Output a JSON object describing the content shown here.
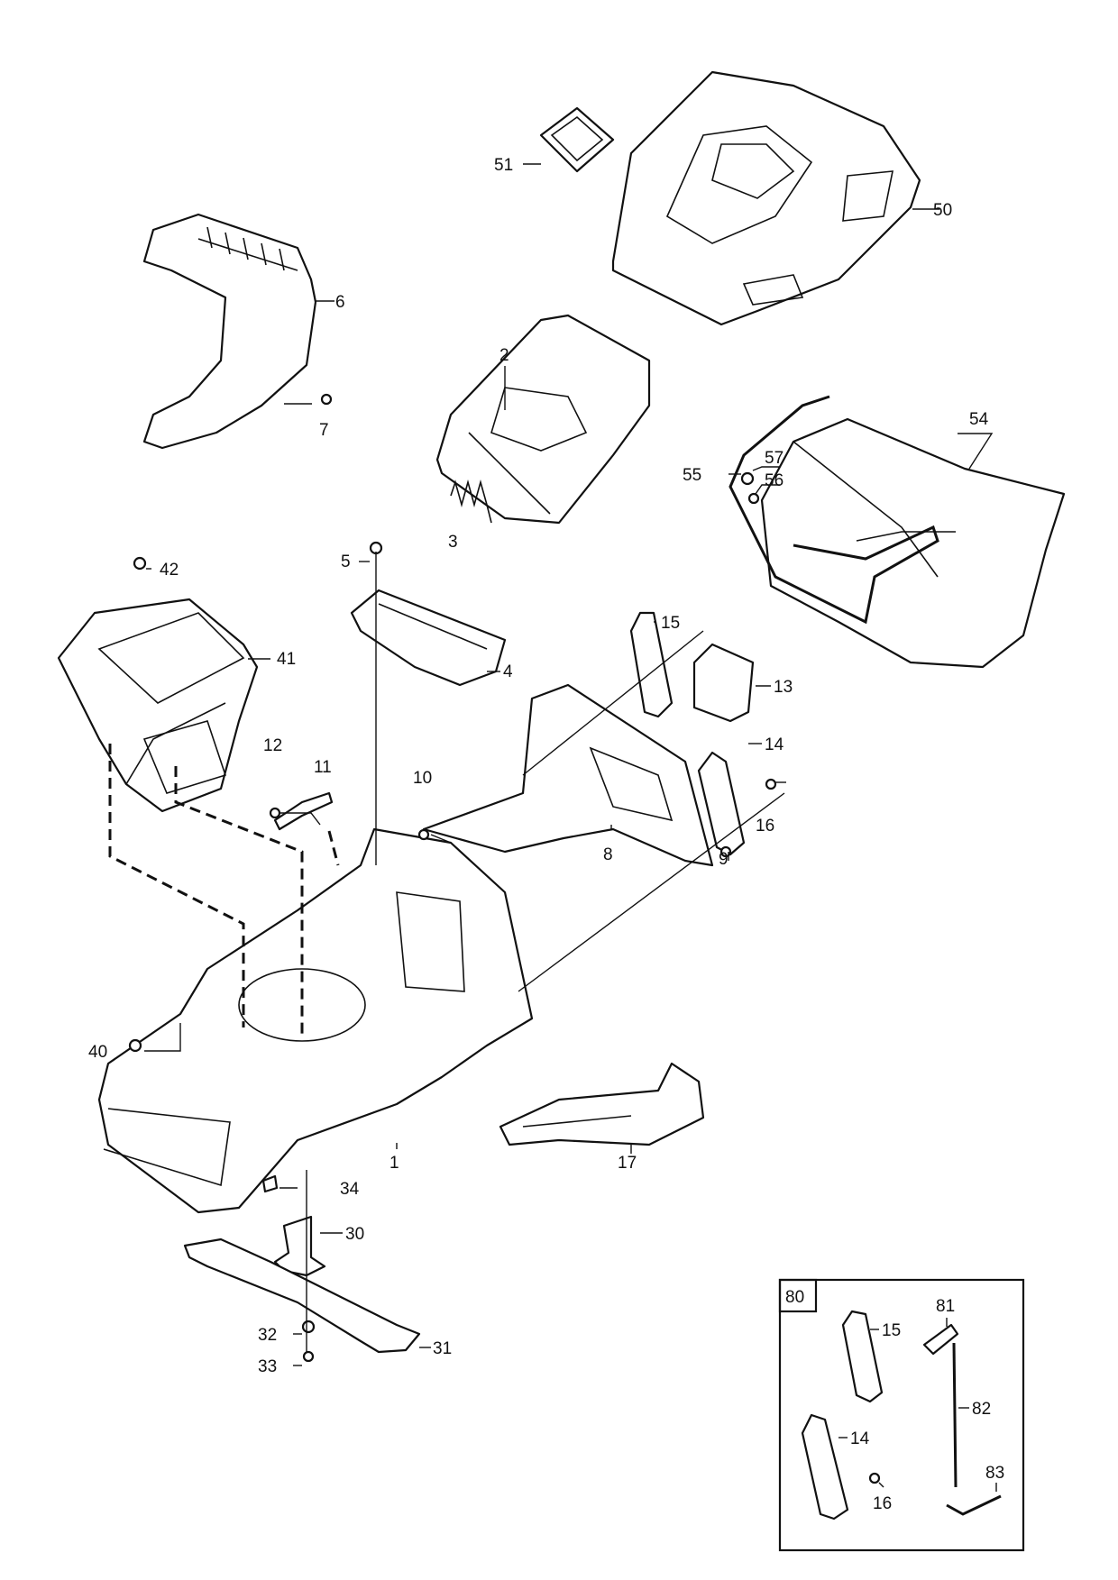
{
  "diagram": {
    "labels": {
      "p1": "1",
      "p2": "2",
      "p3": "3",
      "p4": "4",
      "p5": "5",
      "p6": "6",
      "p7": "7",
      "p8": "8",
      "p9": "9",
      "p10": "10",
      "p11": "11",
      "p12": "12",
      "p13": "13",
      "p14": "14",
      "p15": "15",
      "p16": "16",
      "p17": "17",
      "p30": "30",
      "p31": "31",
      "p32": "32",
      "p33": "33",
      "p34": "34",
      "p40": "40",
      "p41": "41",
      "p42": "42",
      "p50": "50",
      "p51": "51",
      "p54": "54",
      "p55": "55",
      "p56": "56",
      "p57": "57"
    },
    "inset": {
      "title": "80",
      "labels": {
        "p14": "14",
        "p15": "15",
        "p16": "16",
        "p81": "81",
        "p82": "82",
        "p83": "83"
      }
    }
  }
}
